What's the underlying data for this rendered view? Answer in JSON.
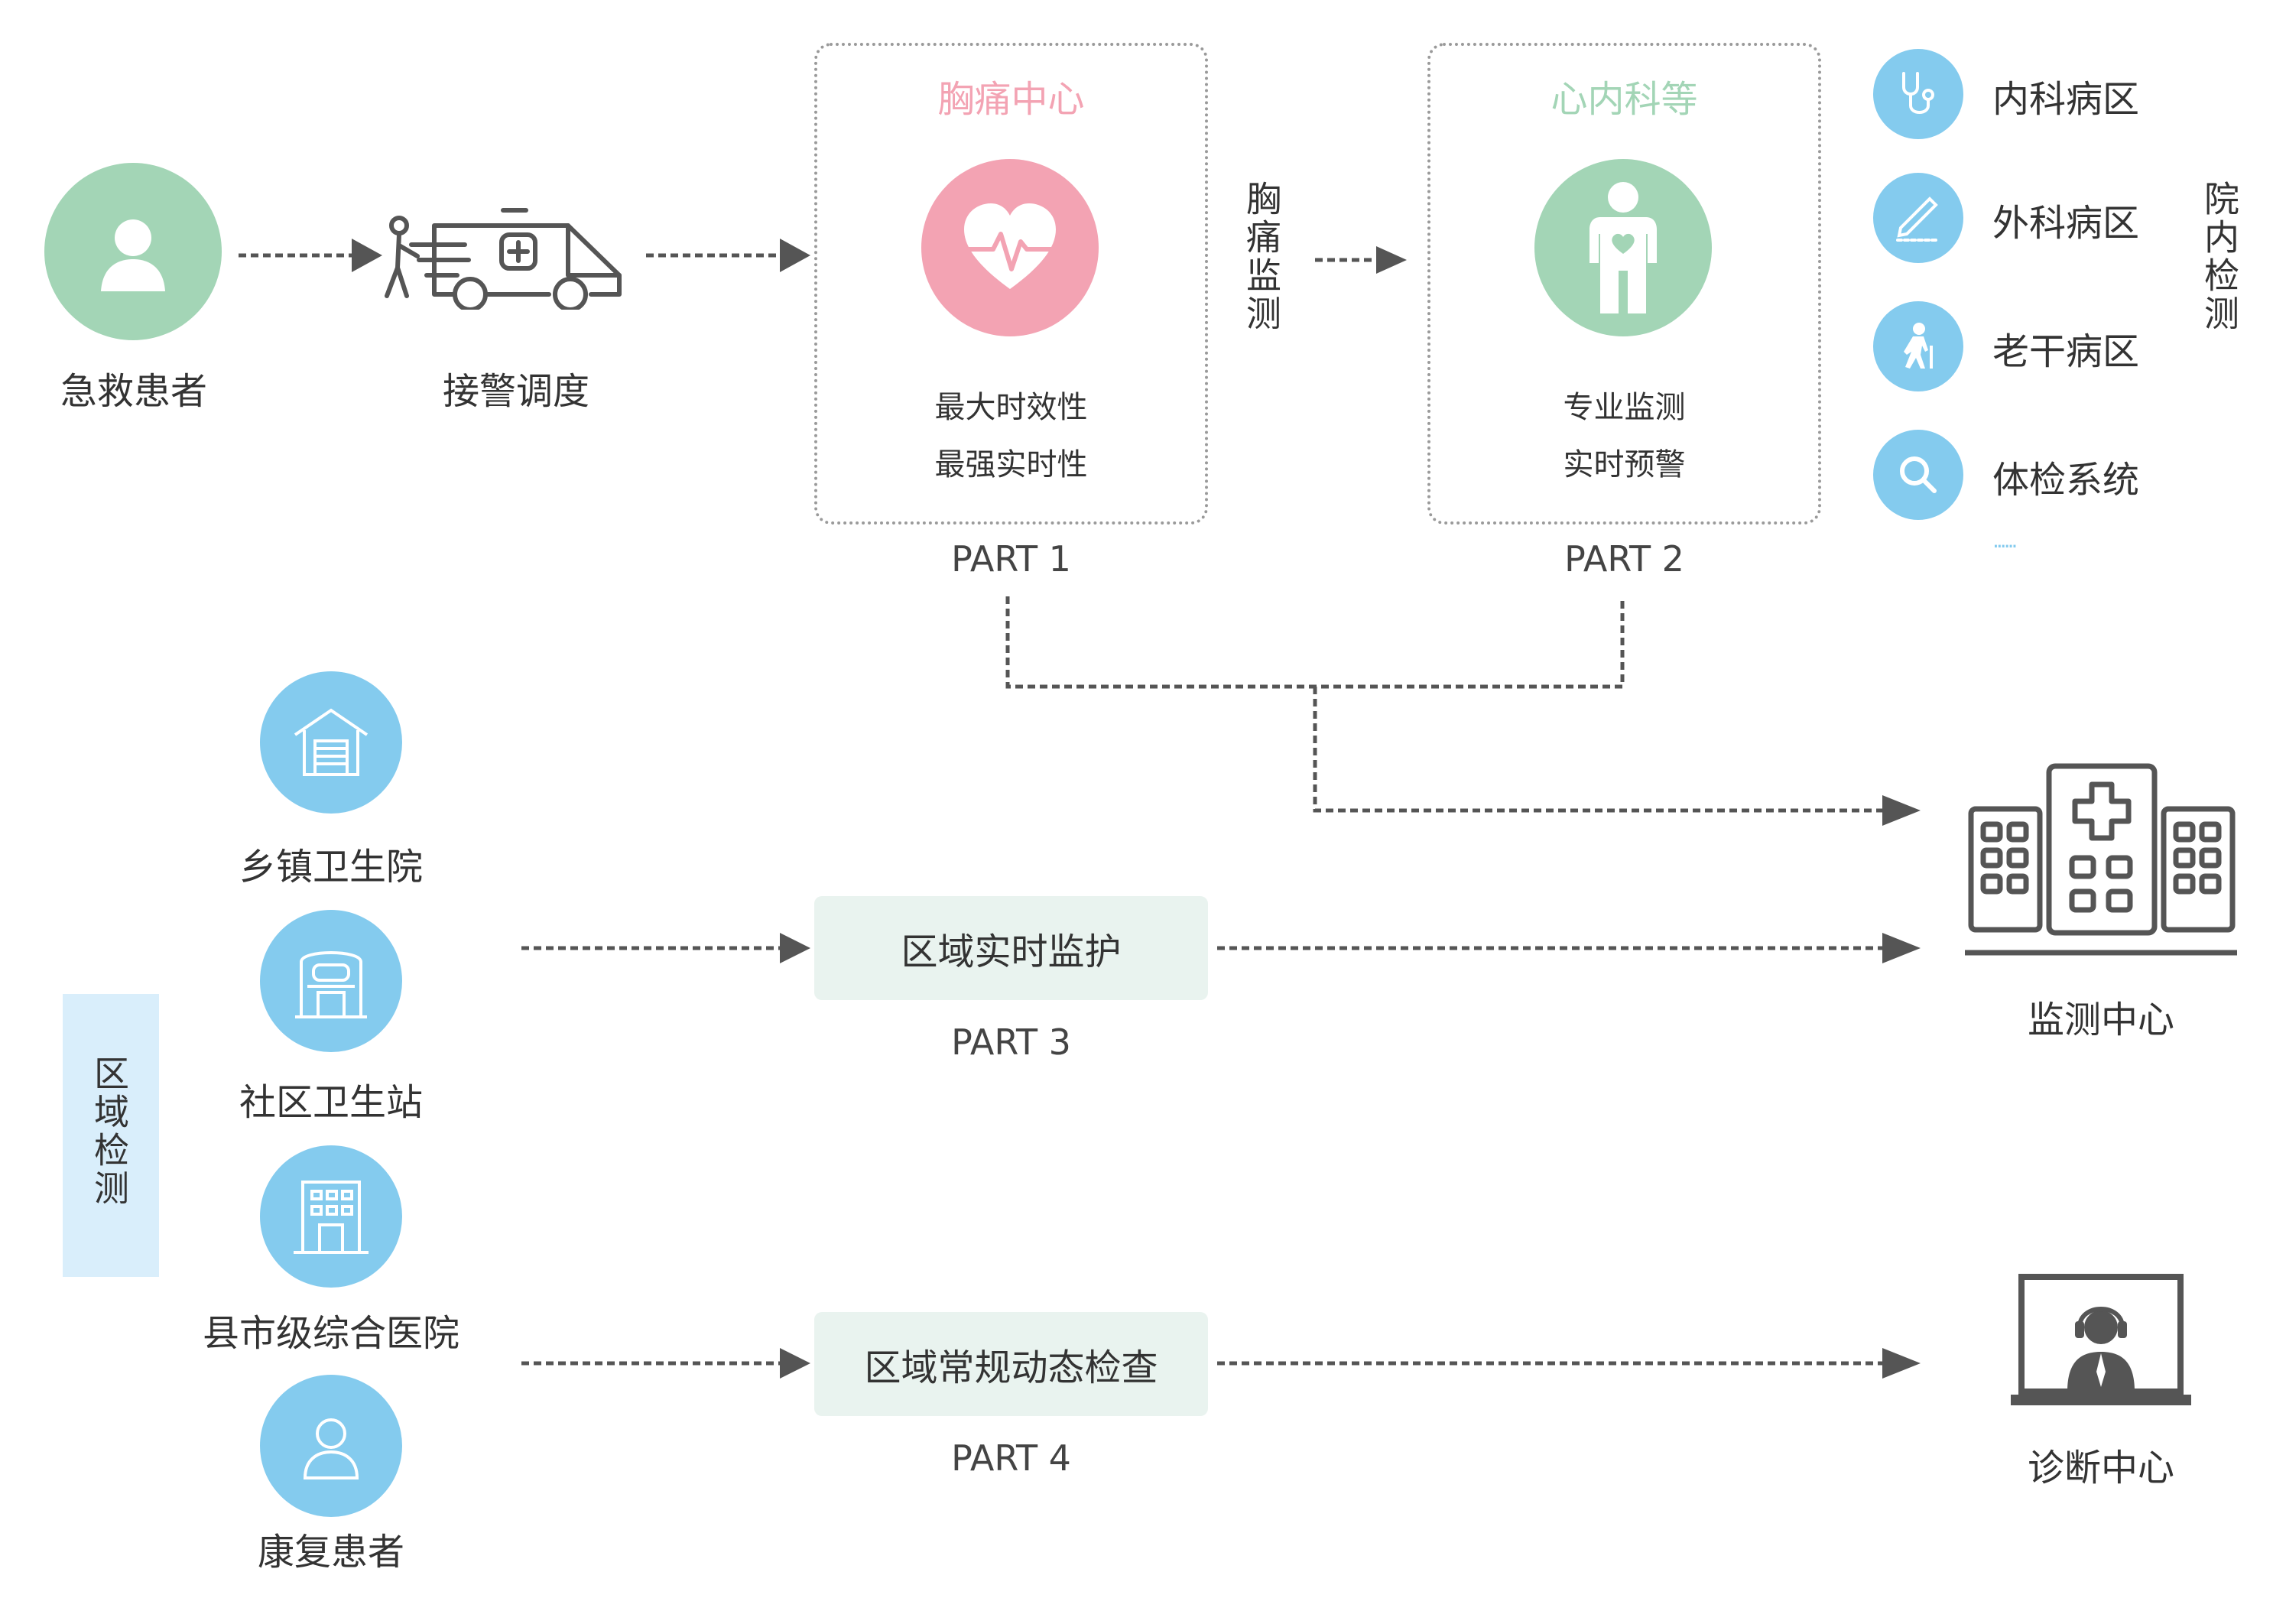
{
  "colors": {
    "green": "#a3d5b6",
    "pink": "#f3a3b3",
    "blue": "#84cbee",
    "gray": "#555555",
    "box_fill": "#e9f3ef",
    "region_fill": "#d9eefb"
  },
  "flow": {
    "patient_label": "急救患者",
    "dispatch_label": "接警调度",
    "chest_monitor_label": "胸痛监测"
  },
  "part1": {
    "title": "胸痛中心",
    "line1": "最大时效性",
    "line2": "最强实时性",
    "part": "PART 1"
  },
  "part2": {
    "title": "心内科等",
    "line1": "专业监测",
    "line2": "实时预警",
    "part": "PART 2"
  },
  "wards": {
    "items": [
      {
        "label": "内科病区",
        "icon": "stethoscope-icon"
      },
      {
        "label": "外科病区",
        "icon": "scalpel-icon"
      },
      {
        "label": "老干病区",
        "icon": "elderly-icon"
      },
      {
        "label": "体检系统",
        "icon": "magnifier-icon"
      }
    ],
    "more": "......",
    "side_label": "院内检测"
  },
  "region": {
    "side_label": "区域检测",
    "sources": [
      {
        "label": "乡镇卫生院",
        "icon": "township-hospital-icon"
      },
      {
        "label": "社区卫生站",
        "icon": "community-station-icon"
      },
      {
        "label": "县市级综合医院",
        "icon": "county-hospital-icon"
      },
      {
        "label": "康复患者",
        "icon": "recovery-patient-icon"
      }
    ]
  },
  "part3": {
    "box": "区域实时监护",
    "part": "PART 3"
  },
  "part4": {
    "box": "区域常规动态检查",
    "part": "PART 4"
  },
  "centers": {
    "monitor": "监测中心",
    "diagnosis": "诊断中心"
  }
}
